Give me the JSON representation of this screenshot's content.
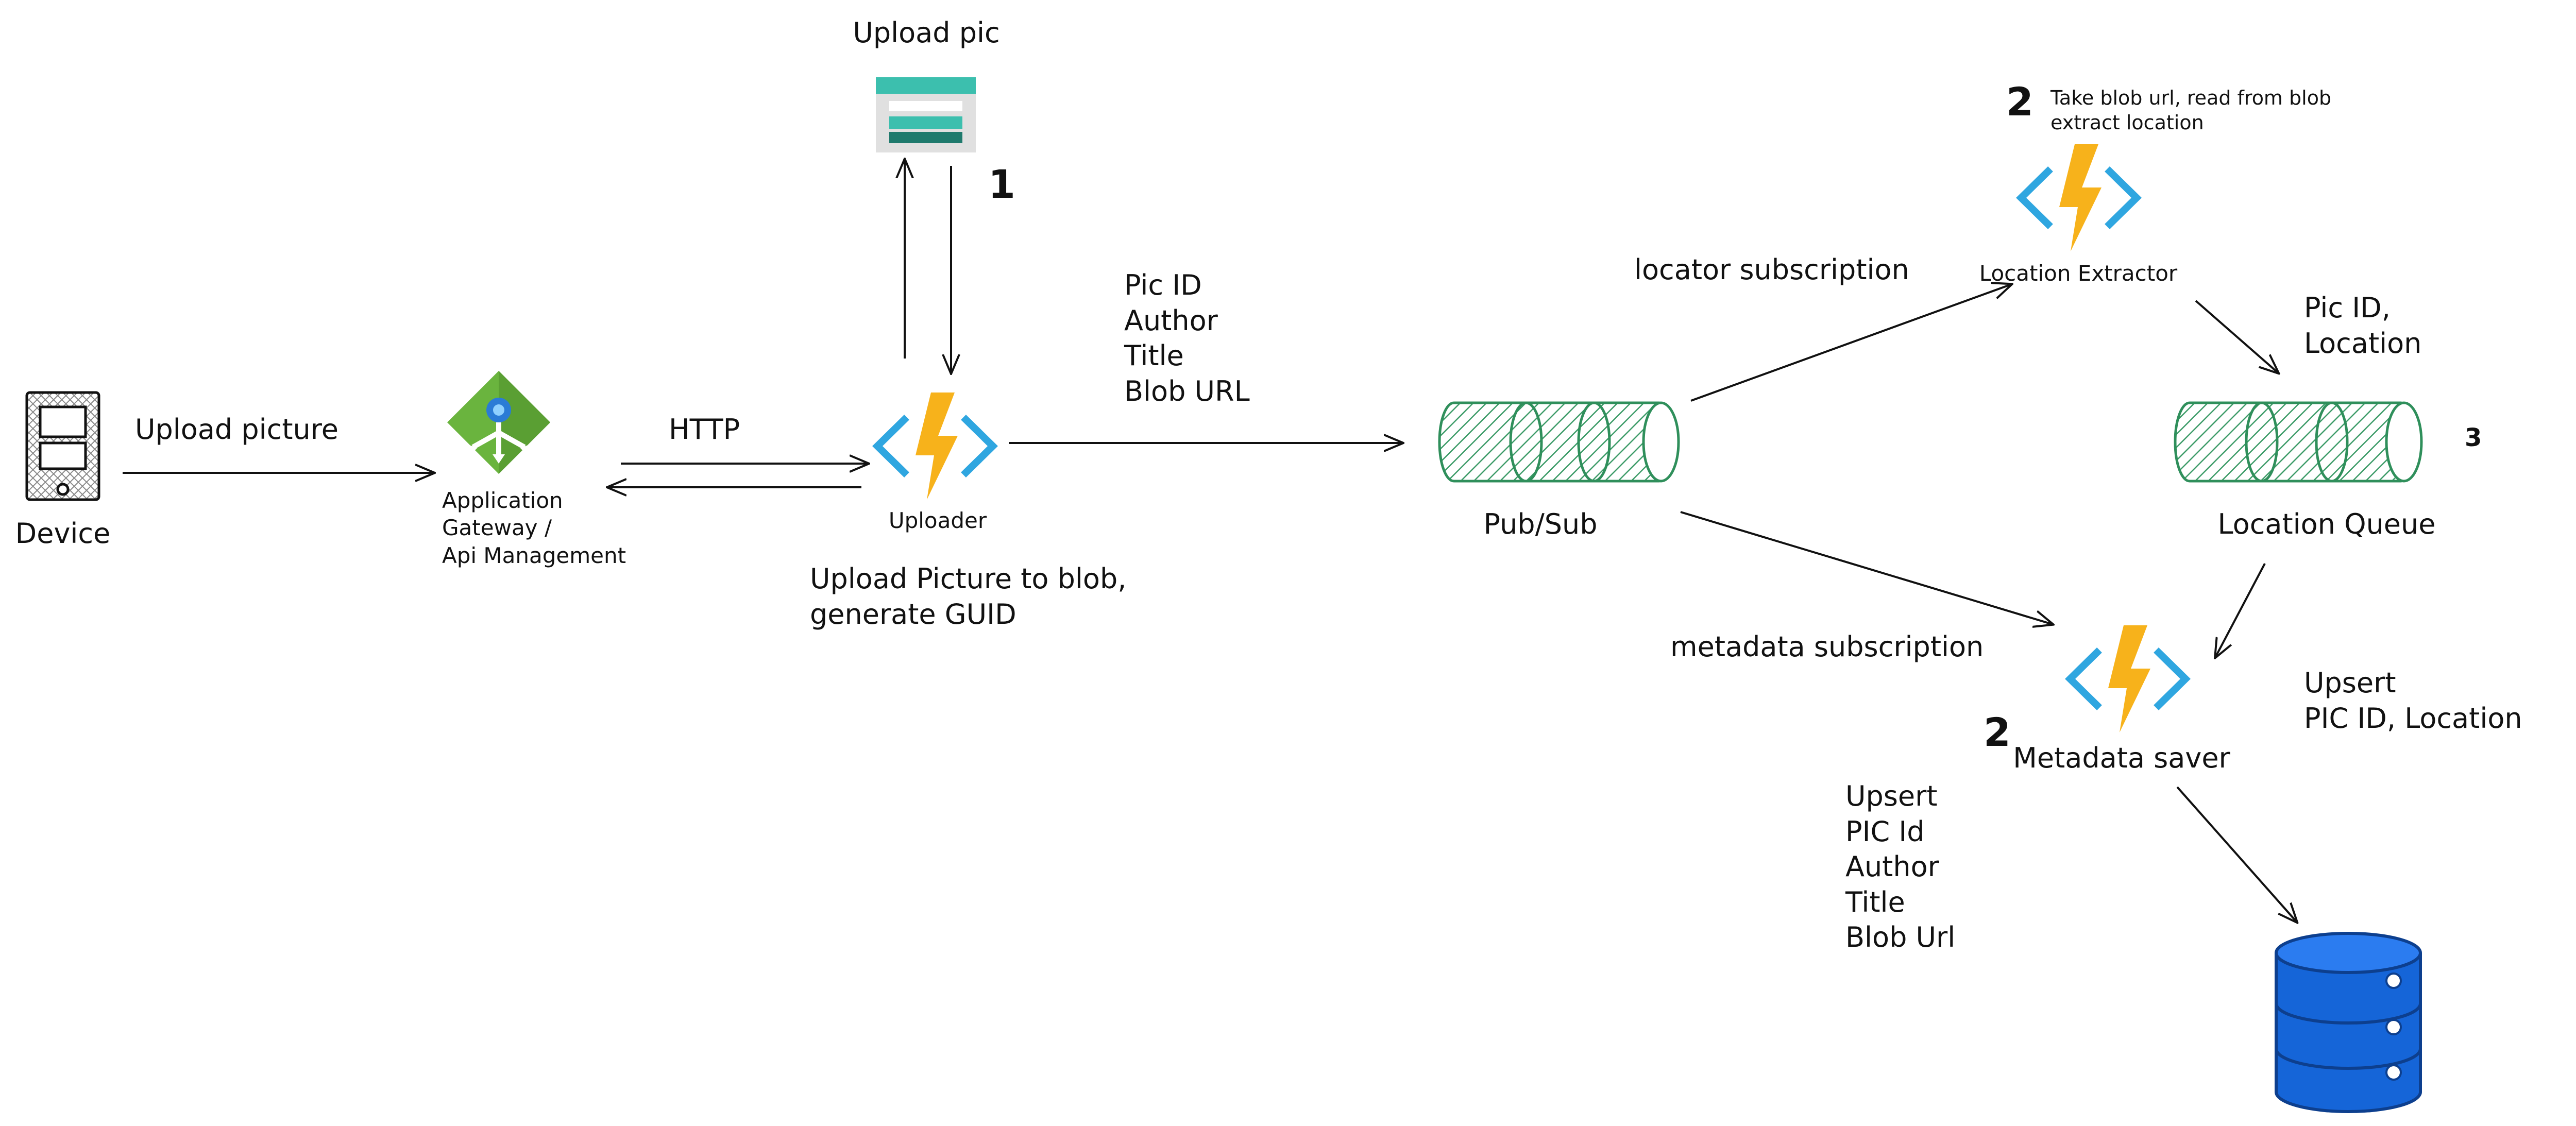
{
  "nodes": {
    "device": "Device",
    "gateway": "Application\nGateway /\nApi Management",
    "uploader": "Uploader",
    "storage": "Upload pic",
    "pubsub": "Pub/Sub",
    "location_extractor": "Location Extractor",
    "location_queue": "Location Queue",
    "metadata_saver": "Metadata saver"
  },
  "edges": {
    "upload_picture": "Upload picture",
    "http": "HTTP",
    "uploader_to_pubsub": "Pic ID\nAuthor\nTitle\nBlob URL",
    "locator_subscription": "locator subscription",
    "metadata_subscription": "metadata subscription",
    "extractor_to_queue": "Pic ID,\nLocation",
    "saver_upsert_location": "Upsert\nPIC ID, Location",
    "saver_upsert_metadata": "Upsert\nPIC Id\nAuthor\nTitle\nBlob Url"
  },
  "notes": {
    "uploader_note": "Upload Picture to blob,\ngenerate GUID",
    "extractor_note": "Take blob url, read from blob\nextract location"
  },
  "step_numbers": {
    "storage": "1",
    "extractor": "2",
    "saver": "2",
    "queue": "3"
  },
  "colors": {
    "ink": "#111111",
    "queue_green": "#2f8f5b",
    "function_yellow": "#f7b21b",
    "function_blue": "#2fa6e0",
    "gateway_green": "#6ab43e",
    "storage_teal": "#3cbfae",
    "database_blue": "#1565d8"
  },
  "icons": {
    "device": "mobile-device-icon",
    "gateway": "application-gateway-icon",
    "function": "azure-function-icon",
    "storage": "blob-storage-icon",
    "queue": "queue-cylinder-icon",
    "database": "database-icon"
  }
}
